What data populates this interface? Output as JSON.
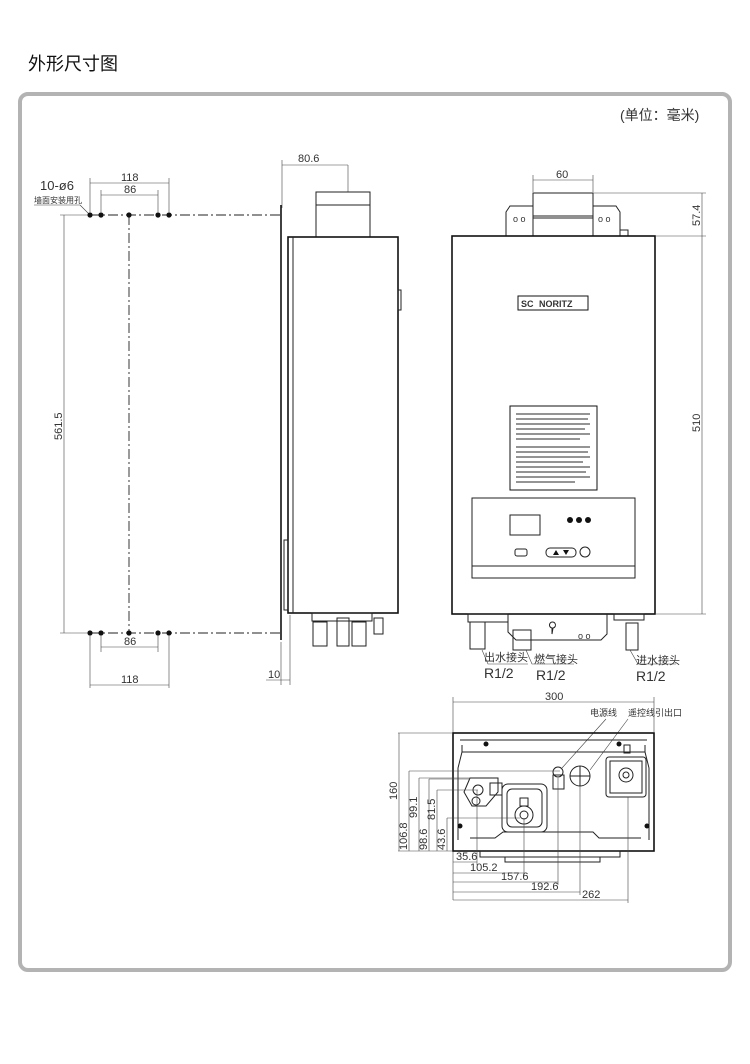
{
  "title": "外形尺寸图",
  "unit_label": "(单位：毫米)",
  "wall_holes": {
    "hole_spec": "10-ø6",
    "hole_label": "墙面安装用孔",
    "dim_outer_top": "118",
    "dim_inner_top": "86",
    "dim_inner_bottom": "86",
    "dim_outer_bottom": "118",
    "dim_height": "561.5"
  },
  "side_view": {
    "dim_flue_offset": "80.6",
    "dim_bottom": "10"
  },
  "front_view": {
    "brand_logo": "NORITZ",
    "dim_flue_width": "60",
    "dim_flue_height": "57.4",
    "dim_body_height": "510",
    "connectors": [
      {
        "name": "出水接头",
        "size": "R1/2"
      },
      {
        "name": "燃气接头",
        "size": "R1/2"
      },
      {
        "name": "进水接头",
        "size": "R1/2"
      }
    ]
  },
  "bottom_view": {
    "dim_width": "300",
    "label_power": "电源线",
    "label_remote": "遥控线引出口",
    "vertical_dims": [
      "160",
      "106.8",
      "99.1",
      "98.6",
      "81.5",
      "43.6"
    ],
    "horizontal_dims": [
      "35.6",
      "105.2",
      "157.6",
      "192.6",
      "262"
    ]
  }
}
